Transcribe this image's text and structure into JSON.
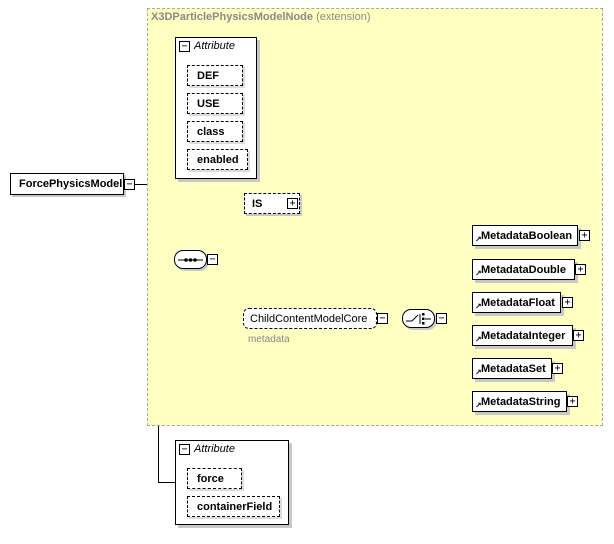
{
  "extension": {
    "name": "X3DParticlePhysicsModelNode",
    "suffix": "(extension)"
  },
  "root": {
    "label": "ForcePhysicsModel"
  },
  "inherited_attributes": {
    "label": "Attribute",
    "items": [
      "DEF",
      "USE",
      "class",
      "enabled"
    ]
  },
  "is_element": {
    "label": "IS"
  },
  "child_group": {
    "label": "ChildContentModelCore",
    "sublabel": "metadata"
  },
  "metadata_choices": [
    "MetadataBoolean",
    "MetadataDouble",
    "MetadataFloat",
    "MetadataInteger",
    "MetadataSet",
    "MetadataString"
  ],
  "own_attributes": {
    "label": "Attribute",
    "items": [
      "force",
      "containerField"
    ]
  },
  "icons": {
    "expand": "plus-icon",
    "collapse": "minus-icon",
    "reference": "ref-arrow-icon"
  }
}
